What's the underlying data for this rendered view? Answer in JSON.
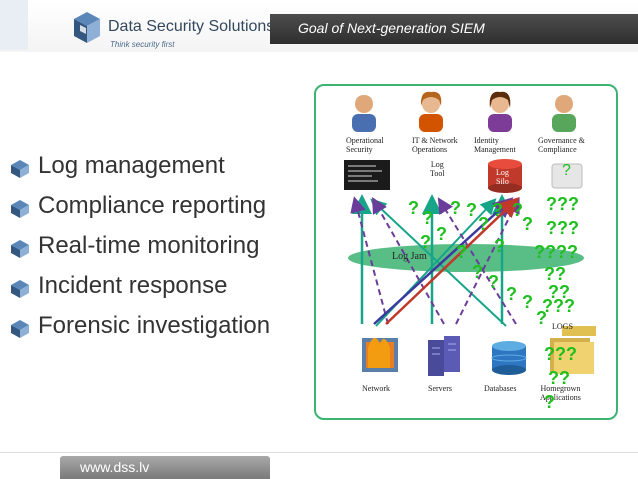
{
  "header": {
    "company_name": "Data Security Solutions",
    "tagline": "Think security first",
    "slide_title": "Goal of Next-generation SIEM"
  },
  "bullets": [
    {
      "label": "Log management"
    },
    {
      "label": "Compliance reporting"
    },
    {
      "label": "Real-time monitoring"
    },
    {
      "label": "Incident response"
    },
    {
      "label": "Forensic investigation"
    }
  ],
  "diagram": {
    "roles": [
      {
        "label_line1": "Operational",
        "label_line2": "Security"
      },
      {
        "label_line1": "IT & Network",
        "label_line2": "Operations"
      },
      {
        "label_line1": "Identity",
        "label_line2": "Management"
      },
      {
        "label_line1": "Governance &",
        "label_line2": "Compliance"
      }
    ],
    "log_tool_line1": "Log",
    "log_tool_line2": "Tool",
    "log_silo_line1": "Log",
    "log_silo_line2": "Silo",
    "silo_q": "?",
    "log_jam": "Log Jam",
    "logs": "LOGS",
    "sources": [
      {
        "label_line1": "Network",
        "label_line2": ""
      },
      {
        "label_line1": "Servers",
        "label_line2": ""
      },
      {
        "label_line1": "Databases",
        "label_line2": ""
      },
      {
        "label_line1": "Homegrown",
        "label_line2": "Applications"
      }
    ],
    "question_marks": [
      "?",
      "?",
      "?",
      "?",
      "?",
      "?",
      "?",
      "?",
      "?",
      "?",
      "?",
      "?",
      "?",
      "?",
      "?",
      "???",
      "???",
      "????",
      "??",
      "??",
      "???",
      "???",
      "??",
      "?",
      "?",
      "?"
    ]
  },
  "footer": {
    "url": "www.dss.lv"
  },
  "colors": {
    "accent_green": "#1fbf1f",
    "jam_green": "#3cb371",
    "arrow_teal": "#17a589",
    "arrow_purple": "#6a3d9a",
    "arrow_red": "#c0392b"
  }
}
